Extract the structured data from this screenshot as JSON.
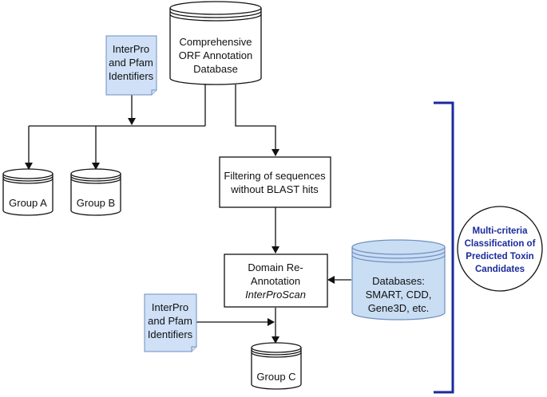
{
  "nodes": {
    "main_db": [
      "Comprehensive",
      "ORF Annotation",
      "Database"
    ],
    "ids_top": [
      "InterPro",
      "and Pfam",
      "Identifiers"
    ],
    "group_a": "Group A",
    "group_b": "Group B",
    "filter": [
      "Filtering of sequences",
      "without BLAST hits"
    ],
    "domain": [
      "Domain Re-",
      "Annotation",
      "InterProScan"
    ],
    "databases": [
      "Databases:",
      "SMART, CDD,",
      "Gene3D, etc."
    ],
    "ids_bottom": [
      "InterPro",
      "and Pfam",
      "Identifiers"
    ],
    "group_c": "Group C",
    "classification": [
      "Multi-criteria",
      "Classification of",
      "Predicted Toxin",
      "Candidates"
    ]
  },
  "colors": {
    "doc_fill": "#cfe0f7",
    "db_fill": "#c9ddf3",
    "bracket": "#1a2a9c"
  }
}
